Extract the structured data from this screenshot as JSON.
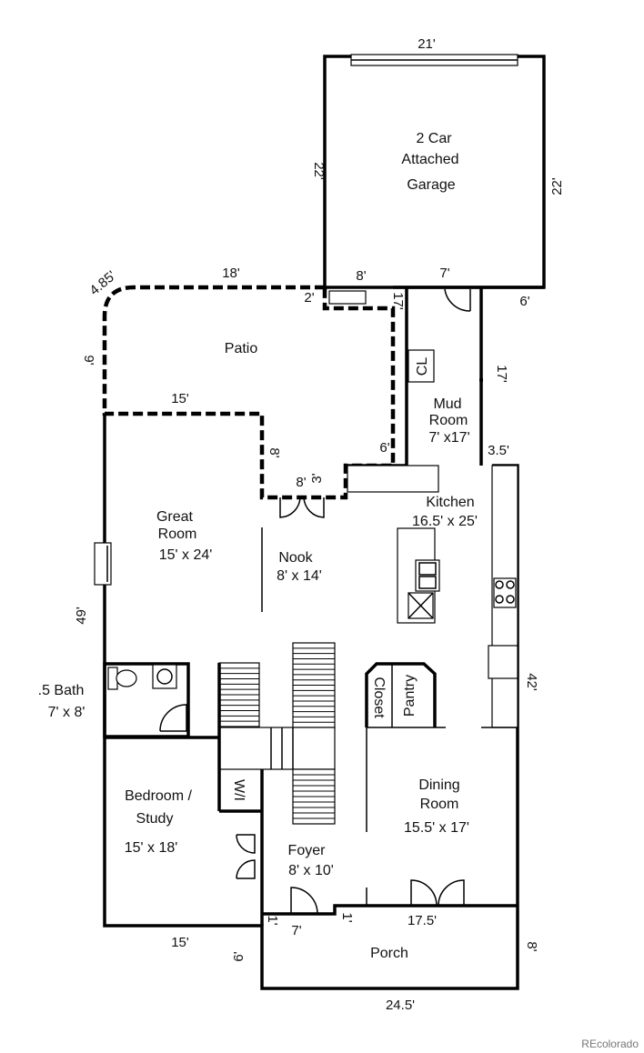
{
  "rooms": {
    "garage": {
      "line1": "2 Car",
      "line2": "Attached",
      "line3": "Garage"
    },
    "patio": {
      "label": "Patio"
    },
    "mud": {
      "line1": "Mud",
      "line2": "Room",
      "size": "7' x17'"
    },
    "closet_cl": {
      "label": "CL"
    },
    "kitchen": {
      "label": "Kitchen",
      "size": "16.5'  x 25'"
    },
    "great": {
      "line1": "Great",
      "line2": "Room",
      "size": "15'  x  24'"
    },
    "nook": {
      "label": "Nook",
      "size": "8' x 14'"
    },
    "half_bath": {
      "label": ".5   Bath",
      "size": "7'  x  8'"
    },
    "closet": {
      "label": "Closet"
    },
    "pantry": {
      "label": "Pantry"
    },
    "walk_in": {
      "label": "W/I"
    },
    "bedroom": {
      "line1": "Bedroom   /",
      "line2": "Study",
      "size": "15'  x 18'"
    },
    "dining": {
      "line1": "Dining",
      "line2": "Room",
      "size": "15.5'   x 17'"
    },
    "foyer": {
      "label": "Foyer",
      "size": "8'  x 10'"
    },
    "porch": {
      "label": "Porch"
    }
  },
  "dims": {
    "garage_top": "21'",
    "garage_left": "22'",
    "garage_right": "22'",
    "diag": "4.85'",
    "patio_top": "18'",
    "garage_bottom_8": "8'",
    "garage_bottom_7": "7'",
    "garage_step_6": "6'",
    "small_2": "2'",
    "small_17": "17'",
    "patio_left_9": "9'",
    "patio_15": "15'",
    "mud_17": "17'",
    "mud_3_5": "3.5'",
    "patio_8_vertical": "8'",
    "patio_6": "6'",
    "patio_8_bottom": "8'",
    "patio_3": "3'",
    "left_49": "49'",
    "right_42": "42'",
    "bottom_15": "15'",
    "foyer_1_left": "1'",
    "foyer_7": "7'",
    "foyer_1_right": "1'",
    "porch_17_5": "17.5'",
    "porch_left_6": "6'",
    "porch_right_8": "8'",
    "porch_bottom": "24.5'"
  },
  "credit": "REcolorado"
}
